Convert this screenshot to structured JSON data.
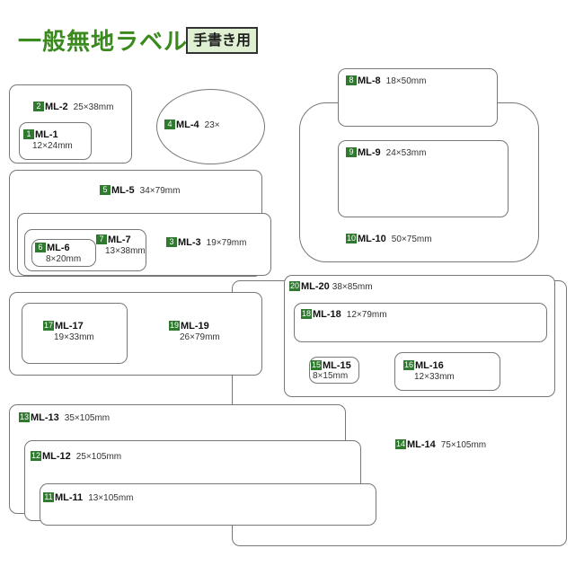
{
  "header": {
    "title": "一般無地ラベル",
    "badge": "手書き用"
  },
  "labels": {
    "ml1": {
      "num": "1",
      "name": "ML-1",
      "size": "12×24mm"
    },
    "ml2": {
      "num": "2",
      "name": "ML-2",
      "size": "25×38mm"
    },
    "ml3": {
      "num": "3",
      "name": "ML-3",
      "size": "19×79mm"
    },
    "ml4": {
      "num": "4",
      "name": "ML-4",
      "size": "23×"
    },
    "ml5": {
      "num": "5",
      "name": "ML-5",
      "size": "34×79mm"
    },
    "ml6": {
      "num": "6",
      "name": "ML-6",
      "size": "8×20mm"
    },
    "ml7": {
      "num": "7",
      "name": "ML-7",
      "size": "13×38mm"
    },
    "ml8": {
      "num": "8",
      "name": "ML-8",
      "size": "18×50mm"
    },
    "ml9": {
      "num": "9",
      "name": "ML-9",
      "size": "24×53mm"
    },
    "ml10": {
      "num": "10",
      "name": "ML-10",
      "size": "50×75mm"
    },
    "ml11": {
      "num": "11",
      "name": "ML-11",
      "size": "13×105mm"
    },
    "ml12": {
      "num": "12",
      "name": "ML-12",
      "size": "25×105mm"
    },
    "ml13": {
      "num": "13",
      "name": "ML-13",
      "size": "35×105mm"
    },
    "ml14": {
      "num": "14",
      "name": "ML-14",
      "size": "75×105mm"
    },
    "ml15": {
      "num": "15",
      "name": "ML-15",
      "size": "8×15mm"
    },
    "ml16": {
      "num": "16",
      "name": "ML-16",
      "size": "12×33mm"
    },
    "ml17": {
      "num": "17",
      "name": "ML-17",
      "size": "19×33mm"
    },
    "ml18": {
      "num": "18",
      "name": "ML-18",
      "size": "12×79mm"
    },
    "ml19": {
      "num": "19",
      "name": "ML-19",
      "size": "26×79mm"
    },
    "ml20": {
      "num": "20",
      "name": "ML-20",
      "size": "38×85mm"
    }
  },
  "colors": {
    "title": "#3a8a1e",
    "badge_bg": "#dff0d2",
    "number_bg": "#2f7a2f"
  }
}
